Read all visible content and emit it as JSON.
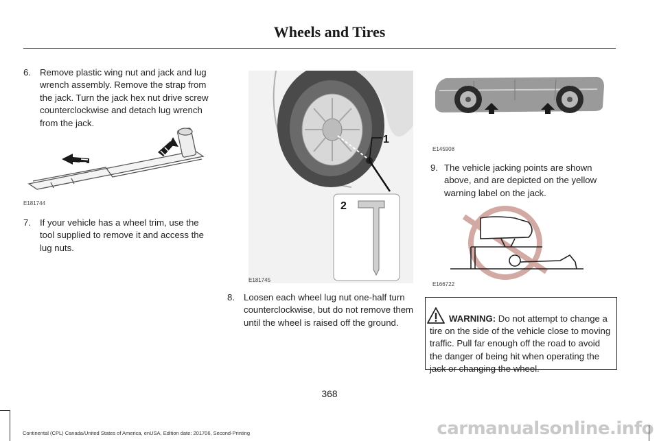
{
  "header": {
    "title": "Wheels and Tires"
  },
  "steps": [
    {
      "num": "6.",
      "text": "Remove plastic wing nut and jack and lug wrench assembly. Remove the strap from the jack. Turn the jack hex nut drive screw counterclockwise and detach lug wrench from the jack."
    },
    {
      "num": "7.",
      "text": "If your vehicle has a wheel trim, use the tool supplied to remove it and access the lug nuts."
    },
    {
      "num": "8.",
      "text": "Loosen each wheel lug nut one-half turn counterclockwise, but do not remove them until the wheel is raised off the ground."
    },
    {
      "num": "9.",
      "text": "The vehicle jacking points are shown above, and are depicted on the yellow warning label on the jack."
    }
  ],
  "figures": {
    "jack": {
      "code": "E181744"
    },
    "wheel": {
      "code": "E181745",
      "callout_1": "1",
      "callout_2": "2"
    },
    "vehicle": {
      "code": "E145908"
    },
    "nounder": {
      "code": "E166722"
    }
  },
  "warning": {
    "title": "WARNING:",
    "body": " Do not attempt to change a tire on the side of the vehicle close to moving traffic. Pull far enough off the road to avoid the danger of being hit when operating the jack or changing the wheel."
  },
  "page": {
    "number": "368"
  },
  "footer": {
    "text": "Continental (CPL) Canada/United States of America, enUSA, Edition date: 201706, Second-Printing"
  },
  "watermark": {
    "text": "carmanualsonline.info"
  },
  "colors": {
    "arrow": "#1a1a1a",
    "prohibit": "#d2a9a3",
    "text": "#222222"
  }
}
